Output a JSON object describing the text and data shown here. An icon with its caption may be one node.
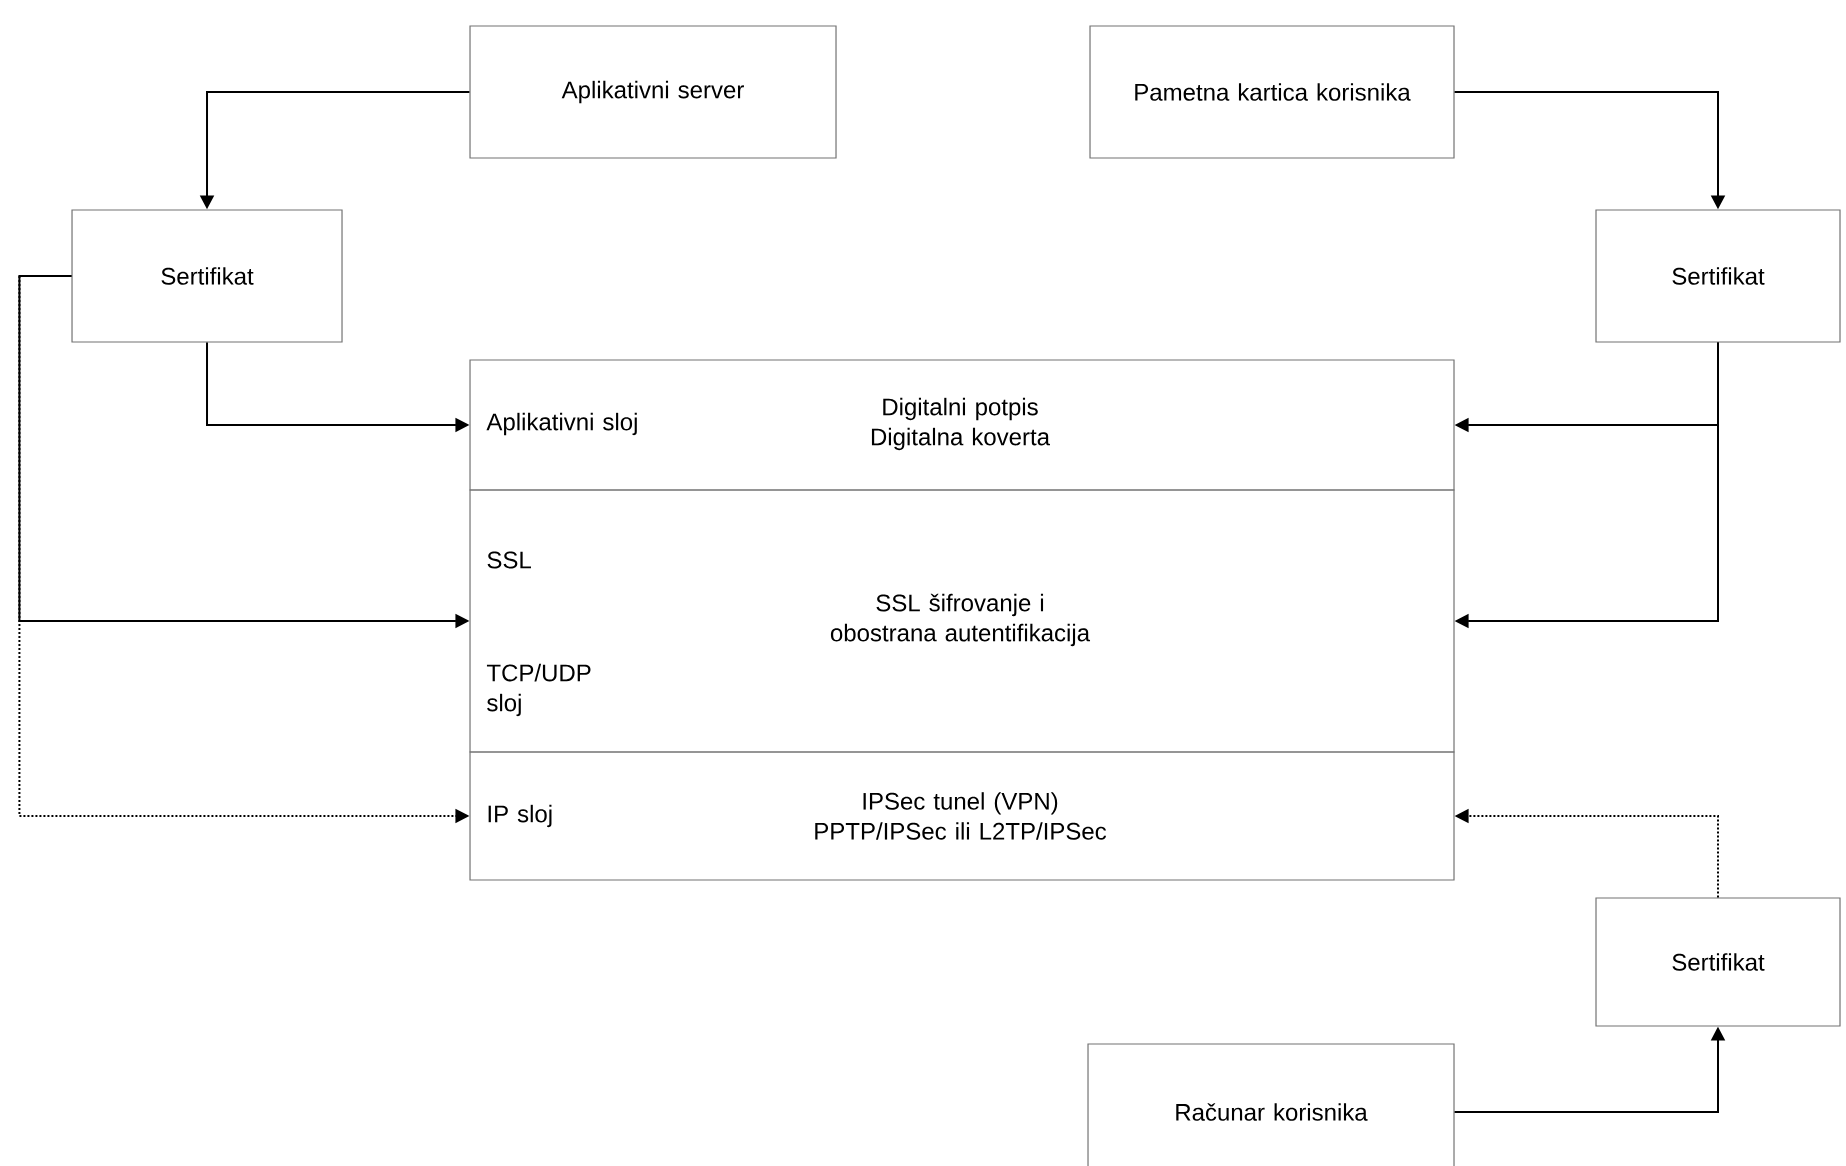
{
  "diagram": {
    "nodes": [
      {
        "text": [
          "Aplikativni server"
        ]
      },
      {
        "text": [
          "Pametna kartica korisnika"
        ]
      },
      {
        "text": [
          "Sertifikat"
        ]
      },
      {
        "text": [
          "Sertifikat"
        ]
      },
      {
        "text": [
          "Aplikativni sloj",
          "Digitalni potpis Digitalna koverta"
        ]
      },
      {
        "text": [
          "SSL",
          "TCP/UDP sloj",
          "SSL šifrovanje i obostrana autentifikacija"
        ]
      },
      {
        "text": [
          "IP sloj",
          "IPSec tunel (VPN) PPTP/IPSec ili L2TP/IPSec"
        ]
      },
      {
        "text": [
          "Sertifikat"
        ]
      },
      {
        "text": [
          "Računar korisnika"
        ]
      }
    ],
    "edges": [
      {
        "from": 0,
        "to": 2,
        "arrow": "to"
      },
      {
        "from": 1,
        "to": 3,
        "arrow": "to"
      },
      {
        "from": 2,
        "to": 4,
        "arrow": "to"
      },
      {
        "from": 2,
        "to": 5,
        "arrow": "to"
      },
      {
        "from": 2,
        "to": 6,
        "arrow": "to",
        "style": "dashed"
      },
      {
        "from": 3,
        "to": 4,
        "arrow": "to"
      },
      {
        "from": 3,
        "to": 5,
        "arrow": "to"
      },
      {
        "from": 7,
        "to": 6,
        "arrow": "to",
        "style": "dashed"
      },
      {
        "from": 8,
        "to": 7,
        "arrow": "to"
      }
    ]
  }
}
